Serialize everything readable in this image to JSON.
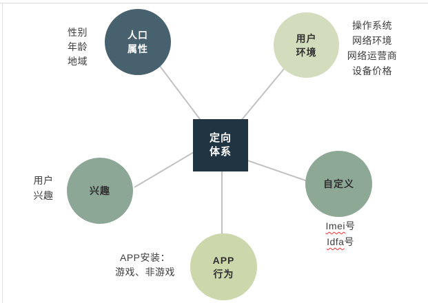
{
  "colors": {
    "center_box": "#203441",
    "demographics_circle": "#48616f",
    "environment_circle": "#d3dcbc",
    "interest_circle": "#8ca795",
    "custom_circle": "#8ea896",
    "app_circle": "#ccd7ac",
    "connector_line": "#c3c0c0",
    "center_text": "#ffffff",
    "node_text": "#2f2f2f",
    "annotation_text": "#3d3d3d",
    "spellcheck_squiggle": "#ff2a2a"
  },
  "center": {
    "line1": "定向",
    "line2": "体系"
  },
  "nodes": {
    "demographics": {
      "line1": "人口",
      "line2": "属性",
      "notes": [
        "性别",
        "年龄",
        "地域"
      ]
    },
    "environment": {
      "line1": "用户",
      "line2": "环境",
      "notes": [
        "操作系统",
        "网络环境",
        "网络运营商",
        "设备价格"
      ]
    },
    "interest": {
      "label": "兴趣",
      "notes": [
        "用户",
        "兴趣"
      ]
    },
    "custom": {
      "label": "自定义",
      "notes": [
        {
          "latin": "Imei",
          "suffix": "号"
        },
        {
          "latin": "Idfa",
          "suffix": "号"
        }
      ]
    },
    "app": {
      "line1": "APP",
      "line2": "行为",
      "notes": [
        "APP安装：",
        "游戏、非游戏"
      ]
    }
  }
}
